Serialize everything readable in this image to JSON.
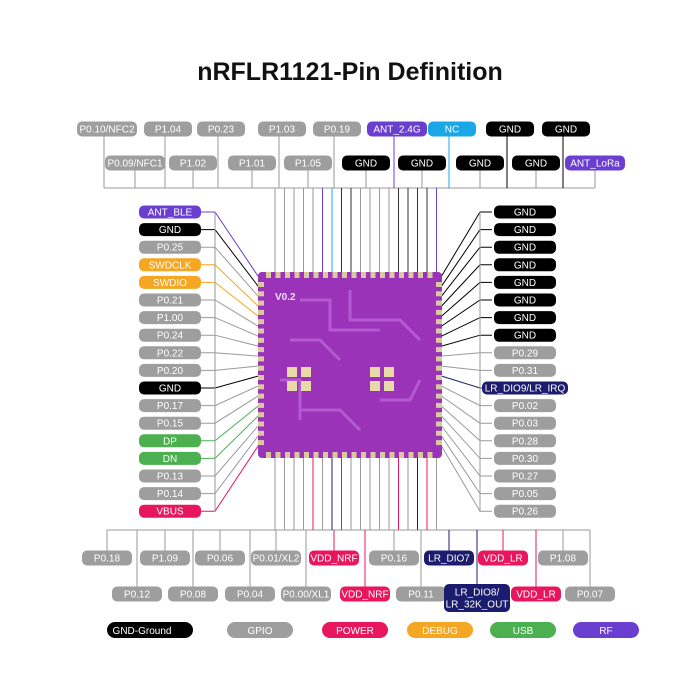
{
  "title": "nRFLR1121-Pin Definition",
  "chip": {
    "marking": "V0.2"
  },
  "colors": {
    "gpio": "#9e9e9e",
    "gnd": "#000000",
    "power": "#e8175d",
    "debug": "#f5a623",
    "usb": "#4caf50",
    "rf": "#6a3fd0",
    "lora_io": "#1c1c6e",
    "nc": "#1aa7e8",
    "chip": "#9a33b8"
  },
  "pins": {
    "top_row1": [
      {
        "label": "P0.10/NFC2",
        "type": "gpio"
      },
      {
        "label": "P1.04",
        "type": "gpio"
      },
      {
        "label": "P0.23",
        "type": "gpio"
      },
      {
        "label": "P1.03",
        "type": "gpio"
      },
      {
        "label": "P0.19",
        "type": "gpio"
      },
      {
        "label": "ANT_2.4G",
        "type": "rf"
      },
      {
        "label": "NC",
        "type": "nc"
      },
      {
        "label": "GND",
        "type": "gnd"
      },
      {
        "label": "GND",
        "type": "gnd"
      }
    ],
    "top_row2": [
      {
        "label": "P0.09/NFC1",
        "type": "gpio"
      },
      {
        "label": "P1.02",
        "type": "gpio"
      },
      {
        "label": "P1.01",
        "type": "gpio"
      },
      {
        "label": "P1.05",
        "type": "gpio"
      },
      {
        "label": "GND",
        "type": "gnd"
      },
      {
        "label": "GND",
        "type": "gnd"
      },
      {
        "label": "GND",
        "type": "gnd"
      },
      {
        "label": "GND",
        "type": "gnd"
      },
      {
        "label": "ANT_LoRa",
        "type": "rf"
      }
    ],
    "left": [
      {
        "label": "ANT_BLE",
        "type": "rf"
      },
      {
        "label": "GND",
        "type": "gnd"
      },
      {
        "label": "P0.25",
        "type": "gpio"
      },
      {
        "label": "SWDCLK",
        "type": "debug"
      },
      {
        "label": "SWDIO",
        "type": "debug"
      },
      {
        "label": "P0.21",
        "type": "gpio"
      },
      {
        "label": "P1.00",
        "type": "gpio"
      },
      {
        "label": "P0.24",
        "type": "gpio"
      },
      {
        "label": "P0.22",
        "type": "gpio"
      },
      {
        "label": "P0.20",
        "type": "gpio"
      },
      {
        "label": "GND",
        "type": "gnd"
      },
      {
        "label": "P0.17",
        "type": "gpio"
      },
      {
        "label": "P0.15",
        "type": "gpio"
      },
      {
        "label": "DP",
        "type": "usb"
      },
      {
        "label": "DN",
        "type": "usb"
      },
      {
        "label": "P0.13",
        "type": "gpio"
      },
      {
        "label": "P0.14",
        "type": "gpio"
      },
      {
        "label": "VBUS",
        "type": "power"
      }
    ],
    "right": [
      {
        "label": "GND",
        "type": "gnd"
      },
      {
        "label": "GND",
        "type": "gnd"
      },
      {
        "label": "GND",
        "type": "gnd"
      },
      {
        "label": "GND",
        "type": "gnd"
      },
      {
        "label": "GND",
        "type": "gnd"
      },
      {
        "label": "GND",
        "type": "gnd"
      },
      {
        "label": "GND",
        "type": "gnd"
      },
      {
        "label": "GND",
        "type": "gnd"
      },
      {
        "label": "P0.29",
        "type": "gpio"
      },
      {
        "label": "P0.31",
        "type": "gpio"
      },
      {
        "label": "LR_DIO9/LR_IRQ",
        "type": "lora_io"
      },
      {
        "label": "P0.02",
        "type": "gpio"
      },
      {
        "label": "P0.03",
        "type": "gpio"
      },
      {
        "label": "P0.28",
        "type": "gpio"
      },
      {
        "label": "P0.30",
        "type": "gpio"
      },
      {
        "label": "P0.27",
        "type": "gpio"
      },
      {
        "label": "P0.05",
        "type": "gpio"
      },
      {
        "label": "P0.26",
        "type": "gpio"
      }
    ],
    "bottom_row1": [
      {
        "label": "P0.18",
        "type": "gpio"
      },
      {
        "label": "P1.09",
        "type": "gpio"
      },
      {
        "label": "P0.06",
        "type": "gpio"
      },
      {
        "label": "P0.01/XL2",
        "type": "gpio"
      },
      {
        "label": "VDD_NRF",
        "type": "power"
      },
      {
        "label": "P0.16",
        "type": "gpio"
      },
      {
        "label": "LR_DIO7",
        "type": "lora_io"
      },
      {
        "label": "VDD_LR",
        "type": "power"
      },
      {
        "label": "P1.08",
        "type": "gpio"
      }
    ],
    "bottom_row2": [
      {
        "label": "P0.12",
        "type": "gpio"
      },
      {
        "label": "P0.08",
        "type": "gpio"
      },
      {
        "label": "P0.04",
        "type": "gpio"
      },
      {
        "label": "P0.00/XL1",
        "type": "gpio"
      },
      {
        "label": "VDD_NRF",
        "type": "power"
      },
      {
        "label": "P0.11",
        "type": "gpio"
      },
      {
        "label": "LR_DIO8/\nLR_32K_OUT",
        "type": "lora_io"
      },
      {
        "label": "VDD_LR",
        "type": "power"
      },
      {
        "label": "P0.07",
        "type": "gpio"
      }
    ]
  },
  "legend": [
    {
      "label": "GND-Ground",
      "type": "gnd"
    },
    {
      "label": "GPIO",
      "type": "gpio"
    },
    {
      "label": "POWER",
      "type": "power"
    },
    {
      "label": "DEBUG",
      "type": "debug"
    },
    {
      "label": "USB",
      "type": "usb"
    },
    {
      "label": "RF",
      "type": "rf"
    }
  ]
}
